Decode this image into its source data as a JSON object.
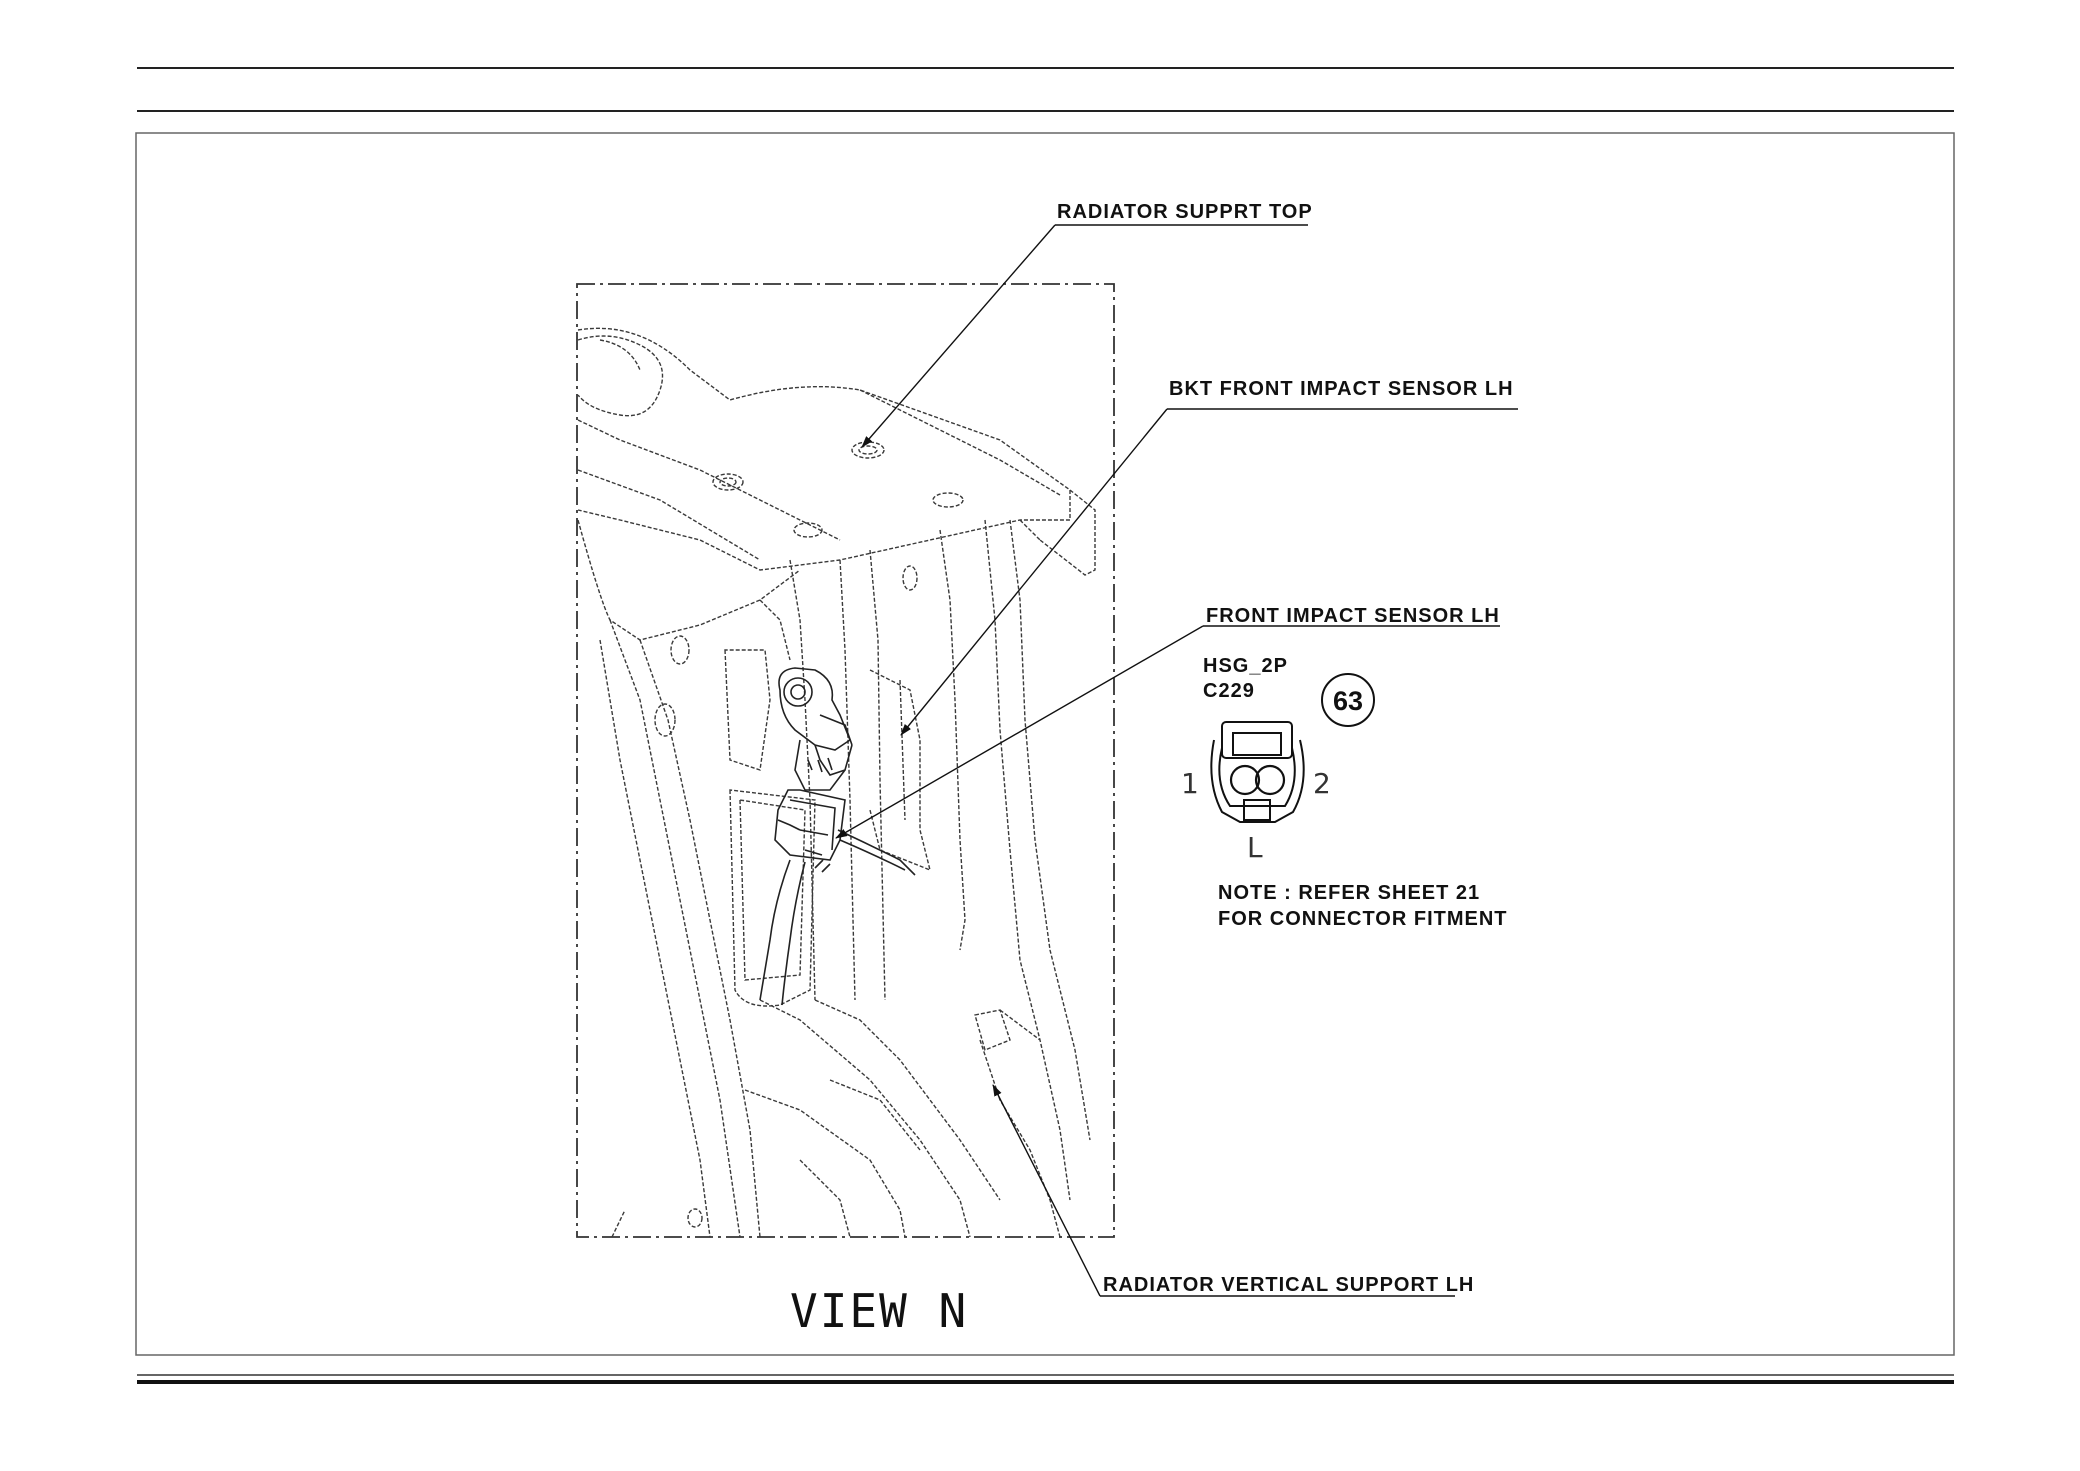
{
  "diagram": {
    "view_title": "VIEW N",
    "callouts": {
      "radiator_support_top": "RADIATOR SUPPRT TOP",
      "bkt_front_impact_sensor": "BKT FRONT IMPACT SENSOR LH",
      "front_impact_sensor": "FRONT IMPACT SENSOR LH",
      "radiator_vertical_support": "RADIATOR VERTICAL SUPPORT LH"
    },
    "connector": {
      "housing": "HSG_2P",
      "code": "C229",
      "badge": "63",
      "pin_left": "1",
      "pin_right": "2",
      "key": "L"
    },
    "note": {
      "line1": "NOTE : REFER SHEET 21",
      "line2": "FOR CONNECTOR FITMENT"
    }
  }
}
